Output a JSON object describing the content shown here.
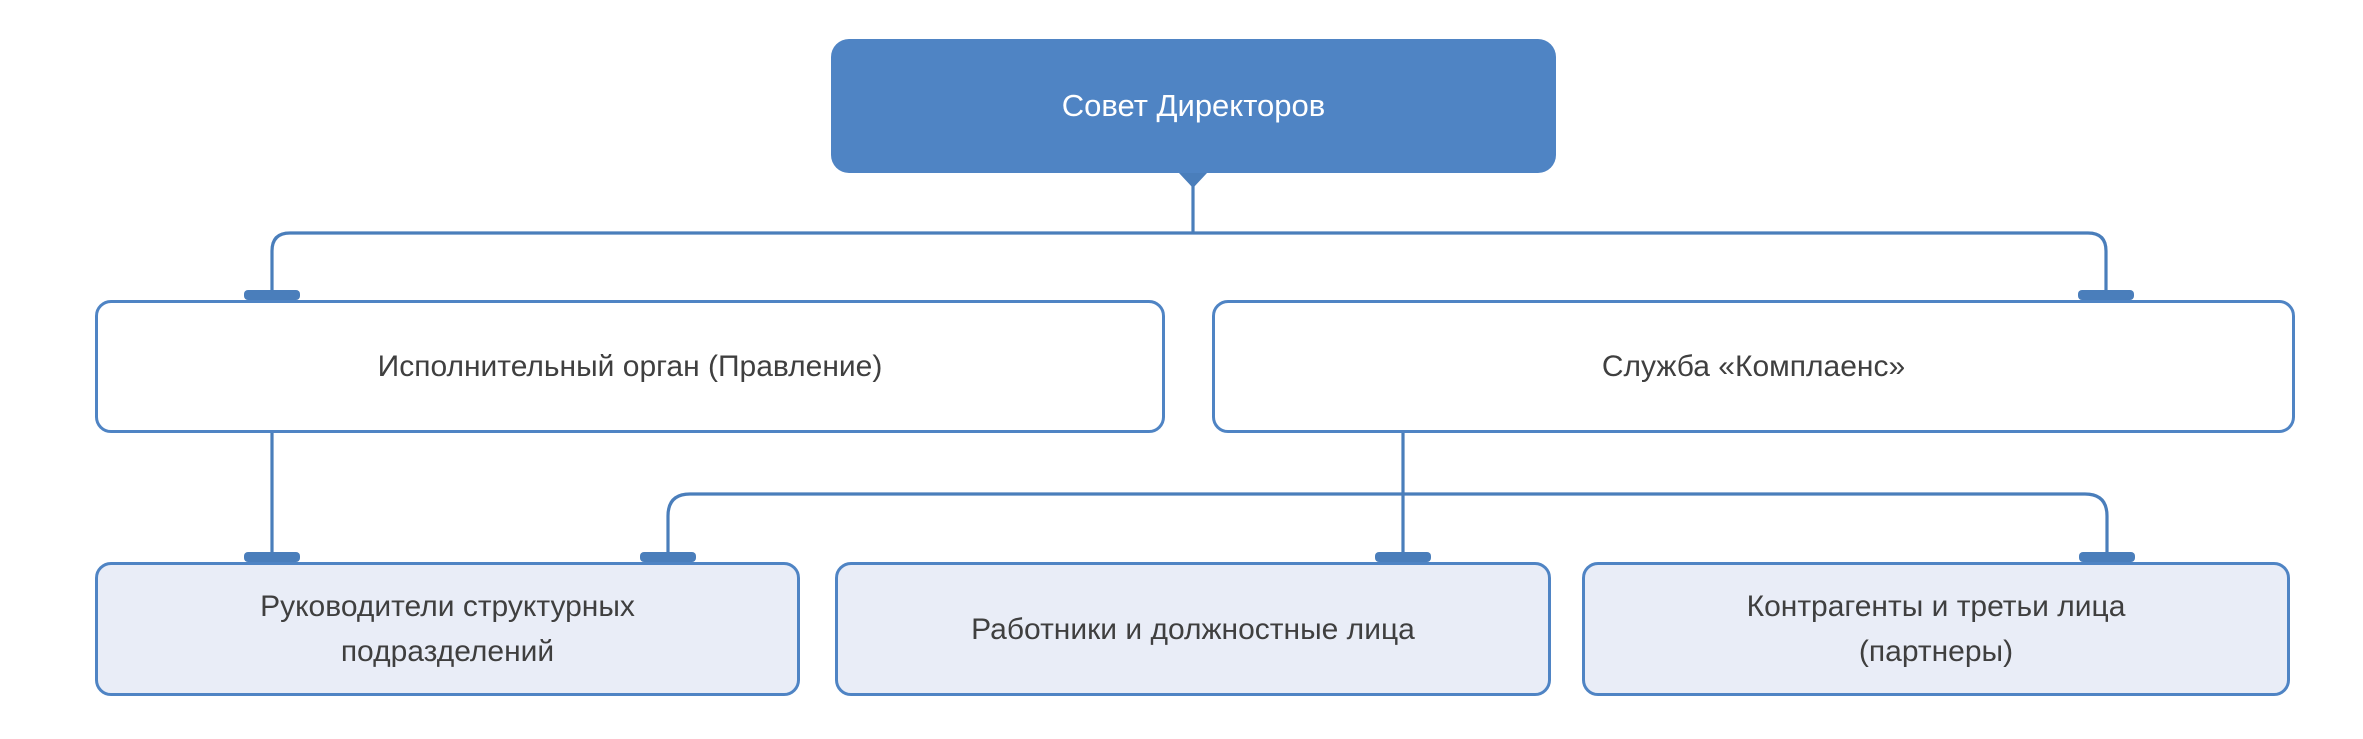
{
  "colors": {
    "accent": "#4F84C4",
    "line": "#4A7EBB",
    "light_fill": "#E9EDF7",
    "node_fill": "#FFFFFF",
    "text": "#3F3F3F",
    "title_text": "#FFFFFF",
    "background": "#FFFFFF"
  },
  "nodes": {
    "board": {
      "label": "Совет Директоров",
      "level": 1
    },
    "executive": {
      "label": "Исполнительный орган (Правление)",
      "level": 2
    },
    "compliance": {
      "label": "Служба «Комплаенс»",
      "level": 2
    },
    "heads": {
      "label": [
        "Руководители структурных",
        "подразделений"
      ],
      "level": 3
    },
    "employees": {
      "label": "Работники и должностные лица",
      "level": 3
    },
    "contractors": {
      "label": [
        "Контрагенты и третьи лица",
        "(партнеры)"
      ],
      "level": 3
    }
  },
  "edges": [
    {
      "from": "board",
      "to": "executive"
    },
    {
      "from": "board",
      "to": "compliance"
    },
    {
      "from": "executive",
      "to": "heads"
    },
    {
      "from": "compliance",
      "to": "heads"
    },
    {
      "from": "compliance",
      "to": "employees"
    },
    {
      "from": "compliance",
      "to": "contractors"
    }
  ]
}
